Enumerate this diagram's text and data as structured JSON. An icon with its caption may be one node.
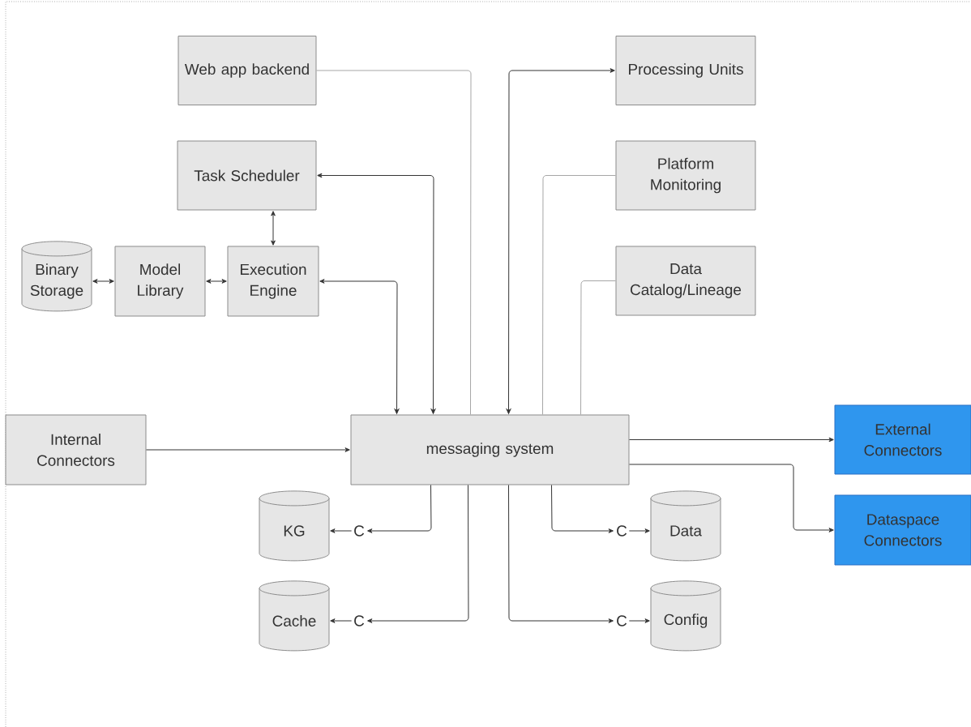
{
  "diagram": {
    "nodes": [
      {
        "text": [
          "Web app backend"
        ]
      },
      {
        "text": [
          "Processing Units"
        ]
      },
      {
        "text": [
          "Task Scheduler"
        ]
      },
      {
        "text": [
          "Platform Monitoring"
        ]
      },
      {
        "text": [
          "Binary Storage"
        ]
      },
      {
        "text": [
          "Model Library"
        ]
      },
      {
        "text": [
          "Execution Engine"
        ]
      },
      {
        "text": [
          "Data Catalog/Lineage"
        ]
      },
      {
        "text": [
          "Internal Connectors"
        ]
      },
      {
        "text": [
          "messaging system"
        ]
      },
      {
        "text": [
          "External Connectors"
        ]
      },
      {
        "text": [
          "Dataspace Connectors"
        ]
      },
      {
        "text": [
          "KG"
        ]
      },
      {
        "text": [
          "C"
        ]
      },
      {
        "text": [
          "Cache"
        ]
      },
      {
        "text": [
          "C"
        ]
      },
      {
        "text": [
          "C"
        ]
      },
      {
        "text": [
          "Data"
        ]
      },
      {
        "text": [
          "C"
        ]
      },
      {
        "text": [
          "Config"
        ]
      }
    ],
    "edges": [
      {
        "from": 0,
        "to": 9,
        "arrow": "none",
        "color": "#a6a6a6"
      },
      {
        "from": 9,
        "to": 1,
        "arrow": "both"
      },
      {
        "from": 2,
        "to": 9,
        "arrow": "both"
      },
      {
        "from": 6,
        "to": 9,
        "arrow": "both"
      },
      {
        "from": 3,
        "to": 9,
        "arrow": "none",
        "color": "#a6a6a6"
      },
      {
        "from": 7,
        "to": 9,
        "arrow": "none",
        "color": "#a6a6a6"
      },
      {
        "from": 2,
        "to": 6,
        "arrow": "both"
      },
      {
        "from": 4,
        "to": 5,
        "arrow": "both"
      },
      {
        "from": 5,
        "to": 6,
        "arrow": "both"
      },
      {
        "from": 8,
        "to": 9,
        "arrow": "to"
      },
      {
        "from": 9,
        "to": 10,
        "arrow": "to"
      },
      {
        "from": 9,
        "to": 11,
        "arrow": "to"
      },
      {
        "from": 9,
        "to": 13,
        "arrow": "to"
      },
      {
        "from": 13,
        "to": 12,
        "arrow": "to"
      },
      {
        "from": 9,
        "to": 15,
        "arrow": "to"
      },
      {
        "from": 15,
        "to": 14,
        "arrow": "to"
      },
      {
        "from": 9,
        "to": 16,
        "arrow": "to"
      },
      {
        "from": 16,
        "to": 17,
        "arrow": "to"
      },
      {
        "from": 9,
        "to": 18,
        "arrow": "to"
      },
      {
        "from": 18,
        "to": 19,
        "arrow": "to"
      }
    ]
  }
}
